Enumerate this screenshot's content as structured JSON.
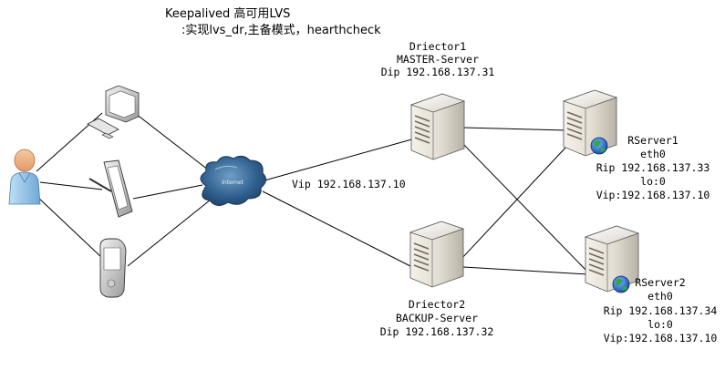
{
  "title": {
    "line1": "Keepalived 高可用LVS",
    "line2": ":实现lvs_dr,主备模式，hearthcheck"
  },
  "internet": {
    "label": "Internet"
  },
  "vip_label": "Vip 192.168.137.10",
  "director1": {
    "name": "Driector1",
    "role": "MASTER-Server",
    "dip": "Dip 192.168.137.31"
  },
  "director2": {
    "name": "Driector2",
    "role": "BACKUP-Server",
    "dip": "Dip 192.168.137.32"
  },
  "rserver1": {
    "name": "RServer1",
    "iface": "eth0",
    "rip": "Rip 192.168.137.33",
    "lo": "lo:0",
    "vip": "Vip:192.168.137.10"
  },
  "rserver2": {
    "name": "RServer2",
    "iface": "eth0",
    "rip": "Rip 192.168.137.34",
    "lo": "lo:0",
    "vip": "Vip:192.168.137.10"
  }
}
